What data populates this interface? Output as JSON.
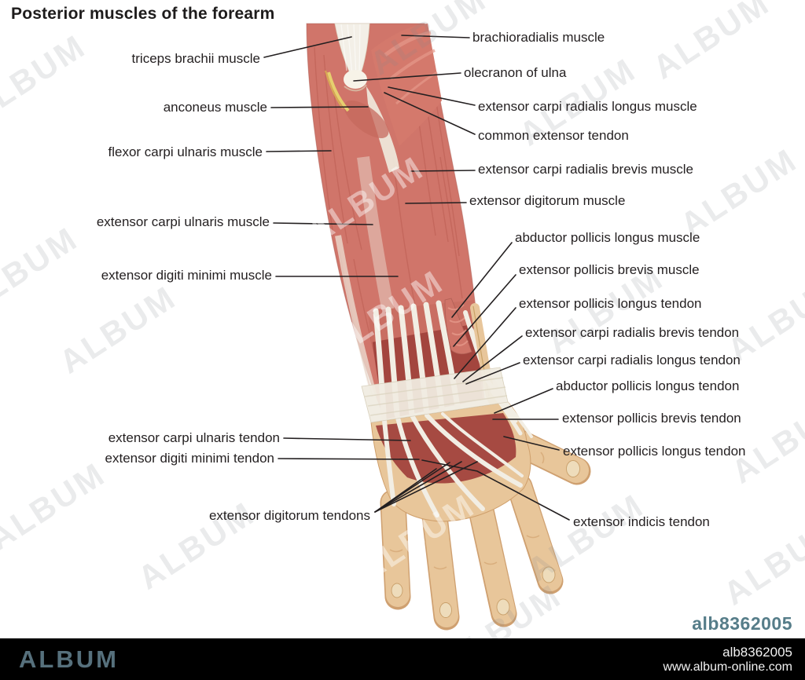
{
  "title": "Posterior muscles of the forearm",
  "watermark_text": "ALBUM",
  "overlay_id": "alb8362005",
  "footer": {
    "brand": "ALBUM",
    "ref": "alb8362005",
    "website": "www.album-online.com"
  },
  "colors": {
    "muscle": "#d0756a",
    "muscle_dark": "#a3453e",
    "muscle_streak": "#b6574c",
    "tendon_white": "#f2eee4",
    "skin": "#e8c69a",
    "nerve_yellow": "#e6d06e",
    "label_text": "#231f20",
    "leader_line": "#231f20",
    "overlay_id_color": "#567d89",
    "footer_bg": "#000000",
    "footer_brand_color": "#56707c",
    "footer_text_color": "#f2f2f2"
  },
  "labels": {
    "left": [
      "triceps brachii muscle",
      "anconeus muscle",
      "flexor carpi ulnaris muscle",
      "extensor carpi ulnaris muscle",
      "extensor digiti minimi muscle",
      "extensor carpi ulnaris tendon",
      "extensor digiti minimi tendon",
      "extensor digitorum tendons"
    ],
    "right": [
      "brachioradialis muscle",
      "olecranon of ulna",
      "extensor carpi radialis longus muscle",
      "common extensor tendon",
      "extensor carpi radialis brevis muscle",
      "extensor digitorum muscle",
      "abductor pollicis longus muscle",
      "extensor pollicis brevis muscle",
      "extensor pollicis longus tendon",
      "extensor carpi radialis brevis tendon",
      "extensor carpi radialis longus tendon",
      "abductor pollicis longus tendon",
      "extensor pollicis brevis tendon",
      "extensor pollicis longus tendon",
      "extensor indicis tendon"
    ]
  }
}
